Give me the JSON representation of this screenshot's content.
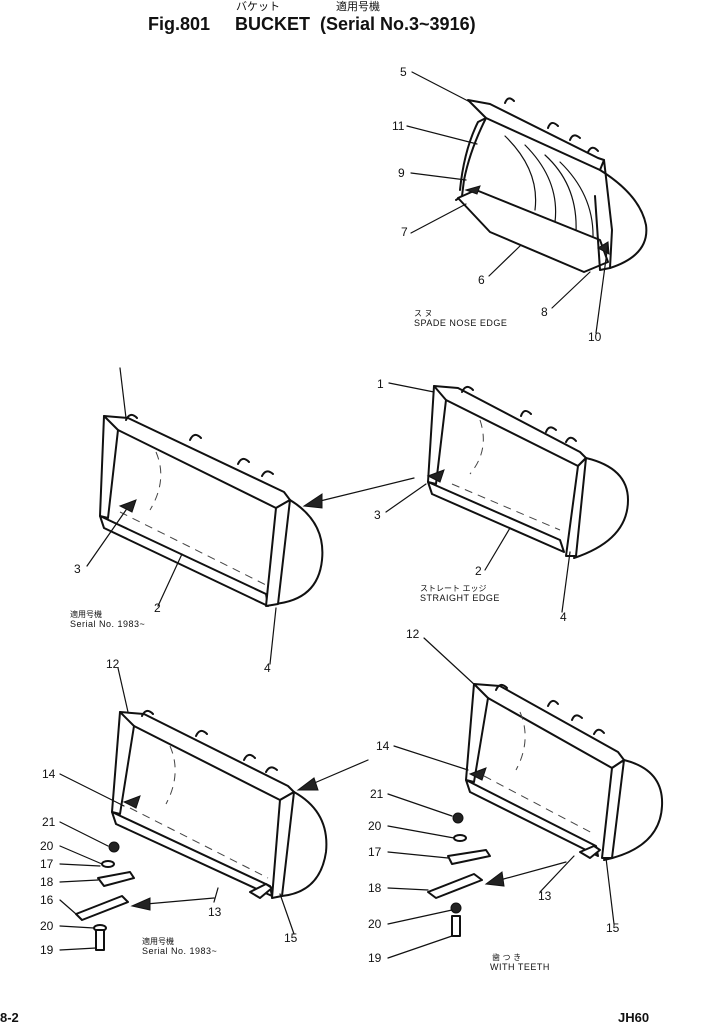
{
  "header": {
    "fig": "Fig.801",
    "name": "BUCKET",
    "name_kana": "バケット",
    "serial_kanji": "適用号機",
    "serial": "(Serial No.3~3916)"
  },
  "captions": {
    "spade_kana": "ス                  ヌ",
    "spade": "SPADE NOSE EDGE",
    "straight_kana": "ストレート エッジ",
    "straight": "STRAIGHT EDGE",
    "serial_kanji_a": "適用号機",
    "serial_a": "Serial No. 1983~",
    "serial_kanji_b": "適用号機",
    "serial_b": "Serial No. 1983~",
    "teeth_kana": "歯  つ  き",
    "teeth": "WITH TEETH"
  },
  "callouts": {
    "p5": "5",
    "p11": "11",
    "p9": "9",
    "p7": "7",
    "p6": "6",
    "p8": "8",
    "p10": "10",
    "q1": "1",
    "q3": "3",
    "q2": "2",
    "q4": "4",
    "r3": "3",
    "r2": "2",
    "r4": "4",
    "s12": "12",
    "s14": "14",
    "s21": "21",
    "s20a": "20",
    "s17": "17",
    "s18": "18",
    "s16": "16",
    "s20b": "20",
    "s19": "19",
    "s13": "13",
    "s15": "15",
    "t12": "12",
    "t14": "14",
    "t21": "21",
    "t20a": "20",
    "t17": "17",
    "t18": "18",
    "t20b": "20",
    "t19": "19",
    "t13": "13",
    "t15": "15"
  },
  "footer": {
    "page": "8-2",
    "model": "JH60"
  }
}
